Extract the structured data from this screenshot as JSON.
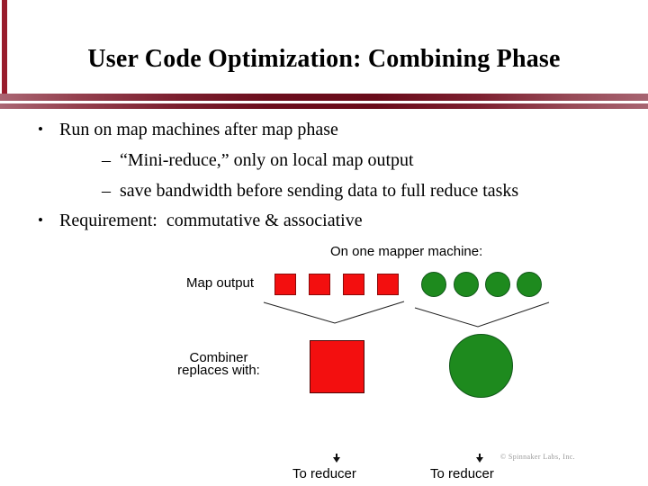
{
  "slide": {
    "title": "User Code Optimization: Combining Phase",
    "bullets": [
      {
        "level": 1,
        "marker": "•",
        "text": "Run on map machines after map phase"
      },
      {
        "level": 2,
        "marker": "–",
        "text": "“Mini-reduce,” only on local map output"
      },
      {
        "level": 2,
        "marker": "–",
        "text": "save bandwidth before sending data to full reduce tasks"
      },
      {
        "level": 1,
        "marker": "•",
        "text": "Requirement:  commutative & associative"
      }
    ],
    "diagram": {
      "heading": "On one mapper machine:",
      "map_output_label": "Map output",
      "combiner_label_line1": "Combiner",
      "combiner_label_line2": "replaces with:",
      "to_reducer_left": "To reducer",
      "to_reducer_right": "To reducer",
      "map_output_red_squares": 4,
      "map_output_green_circles": 4,
      "combined_shapes": [
        "red-square",
        "green-circle"
      ]
    },
    "footer": "© Spinnaker Labs, Inc.",
    "colors": {
      "left_bar": "#981c2c",
      "stripe_dark": "#6b0d1c",
      "stripe_light": "#aa6673",
      "red_shape": "#f30f0f",
      "red_border": "#8a0a0a",
      "green_shape": "#1e8a1e",
      "green_border": "#11581a",
      "footer_gray": "#9a9a9a"
    }
  }
}
